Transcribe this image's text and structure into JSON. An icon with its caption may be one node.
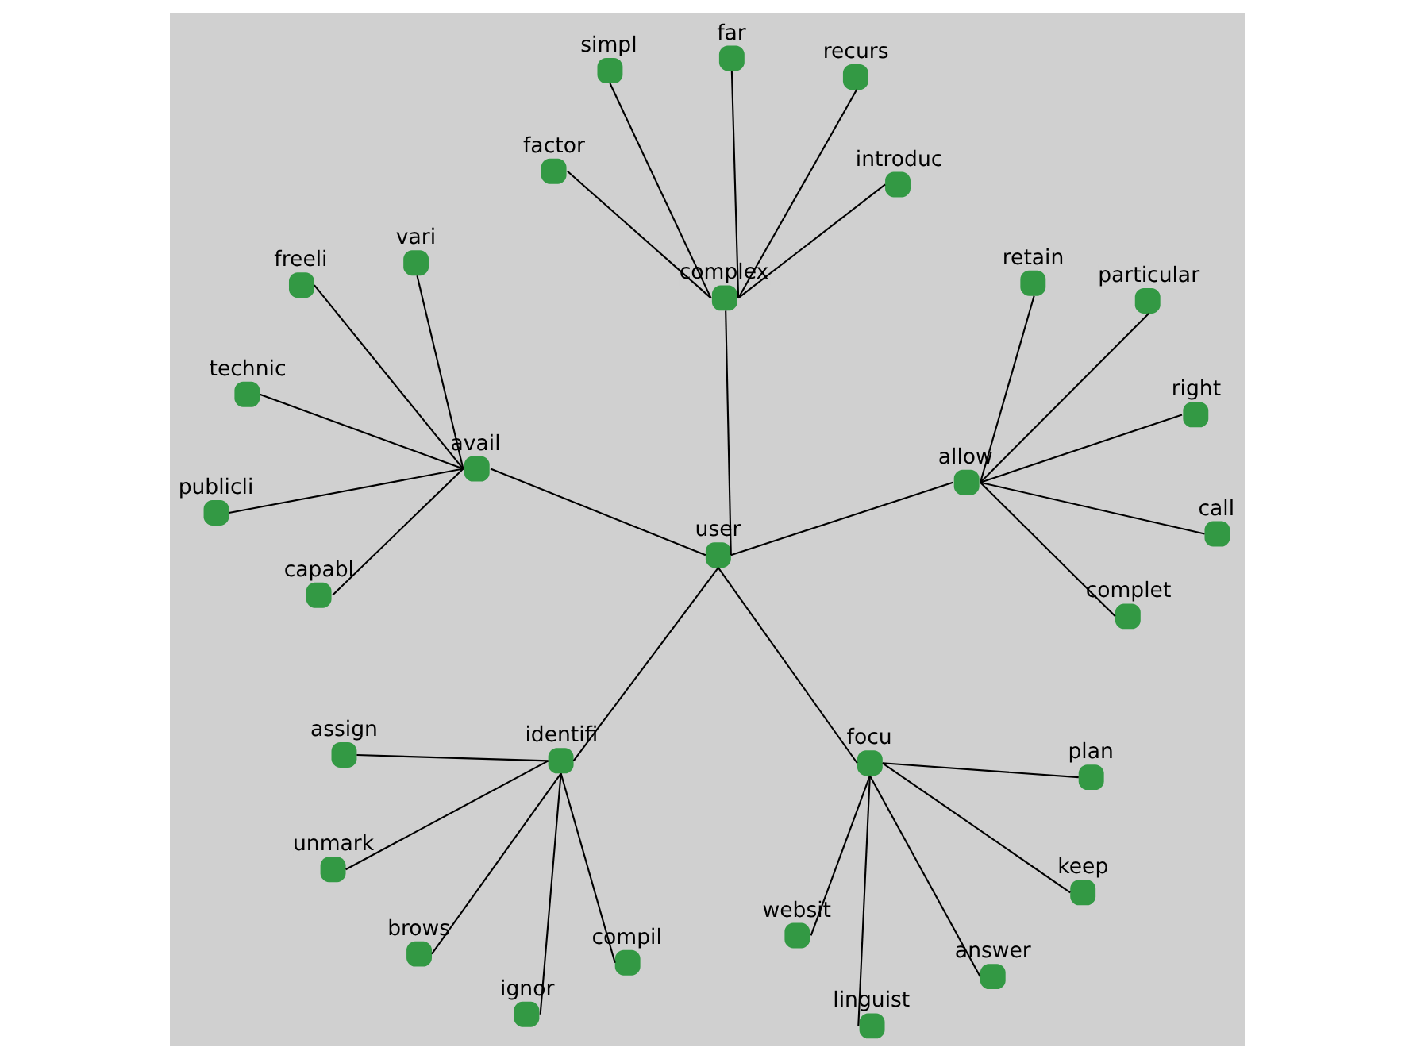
{
  "diagram": {
    "nodes": [
      {
        "text": [
          "websit"
        ]
      },
      {
        "text": [
          "keep"
        ]
      },
      {
        "text": [
          "unmark"
        ]
      },
      {
        "text": [
          "retain"
        ]
      },
      {
        "text": [
          "answer"
        ]
      },
      {
        "text": [
          "focu"
        ]
      },
      {
        "text": [
          "linguist"
        ]
      },
      {
        "text": [
          "compil"
        ]
      },
      {
        "text": [
          "complet"
        ]
      },
      {
        "text": [
          "call"
        ]
      },
      {
        "text": [
          "brows"
        ]
      },
      {
        "text": [
          "identifi"
        ]
      },
      {
        "text": [
          "allow"
        ]
      },
      {
        "text": [
          "plan"
        ]
      },
      {
        "text": [
          "particular"
        ]
      },
      {
        "text": [
          "right"
        ]
      },
      {
        "text": [
          "ignor"
        ]
      },
      {
        "text": [
          "user"
        ]
      },
      {
        "text": [
          "assign"
        ]
      },
      {
        "text": [
          "vari"
        ]
      },
      {
        "text": [
          "technic"
        ]
      },
      {
        "text": [
          "factor"
        ]
      },
      {
        "text": [
          "far"
        ]
      },
      {
        "text": [
          "avail"
        ]
      },
      {
        "text": [
          "complex"
        ]
      },
      {
        "text": [
          "capabl"
        ]
      },
      {
        "text": [
          "recurs"
        ]
      },
      {
        "text": [
          "freeli"
        ]
      },
      {
        "text": [
          "publicli"
        ]
      },
      {
        "text": [
          "introduc"
        ]
      },
      {
        "text": [
          "simpl"
        ]
      }
    ],
    "edges": [
      {
        "from": 17,
        "to": 5,
        "arrow": "none"
      },
      {
        "from": 17,
        "to": 12,
        "arrow": "none"
      },
      {
        "from": 17,
        "to": 23,
        "arrow": "none"
      },
      {
        "from": 17,
        "to": 24,
        "arrow": "none"
      },
      {
        "from": 17,
        "to": 11,
        "arrow": "none"
      },
      {
        "from": 5,
        "to": 0,
        "arrow": "none"
      },
      {
        "from": 5,
        "to": 1,
        "arrow": "none"
      },
      {
        "from": 5,
        "to": 4,
        "arrow": "none"
      },
      {
        "from": 5,
        "to": 6,
        "arrow": "none"
      },
      {
        "from": 5,
        "to": 13,
        "arrow": "none"
      },
      {
        "from": 12,
        "to": 3,
        "arrow": "none"
      },
      {
        "from": 12,
        "to": 8,
        "arrow": "none"
      },
      {
        "from": 12,
        "to": 9,
        "arrow": "none"
      },
      {
        "from": 12,
        "to": 14,
        "arrow": "none"
      },
      {
        "from": 12,
        "to": 15,
        "arrow": "none"
      },
      {
        "from": 11,
        "to": 2,
        "arrow": "none"
      },
      {
        "from": 11,
        "to": 7,
        "arrow": "none"
      },
      {
        "from": 11,
        "to": 10,
        "arrow": "none"
      },
      {
        "from": 11,
        "to": 16,
        "arrow": "none"
      },
      {
        "from": 11,
        "to": 18,
        "arrow": "none"
      },
      {
        "from": 23,
        "to": 19,
        "arrow": "none"
      },
      {
        "from": 23,
        "to": 20,
        "arrow": "none"
      },
      {
        "from": 23,
        "to": 25,
        "arrow": "none"
      },
      {
        "from": 23,
        "to": 28,
        "arrow": "none"
      },
      {
        "from": 23,
        "to": 27,
        "arrow": "none"
      },
      {
        "from": 24,
        "to": 22,
        "arrow": "none"
      },
      {
        "from": 24,
        "to": 21,
        "arrow": "none"
      },
      {
        "from": 24,
        "to": 26,
        "arrow": "none"
      },
      {
        "from": 24,
        "to": 30,
        "arrow": "none"
      },
      {
        "from": 24,
        "to": 29,
        "arrow": "none"
      }
    ]
  }
}
